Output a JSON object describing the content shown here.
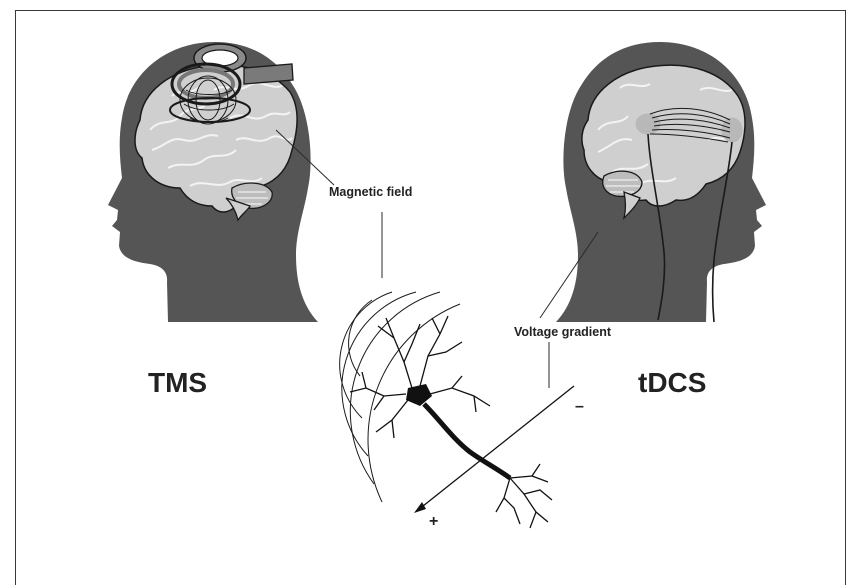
{
  "labels": {
    "tms": "TMS",
    "tdcs": "tDCS",
    "magnetic_field": "Magnetic field",
    "voltage_gradient": "Voltage gradient",
    "minus": "–",
    "plus": "+"
  },
  "colors": {
    "head": "#555555",
    "brain_fill": "#d8d8d8",
    "brain_lines": "#f2f2f2",
    "electrode": "#b8b8b8",
    "ink": "#1a1a1a"
  }
}
